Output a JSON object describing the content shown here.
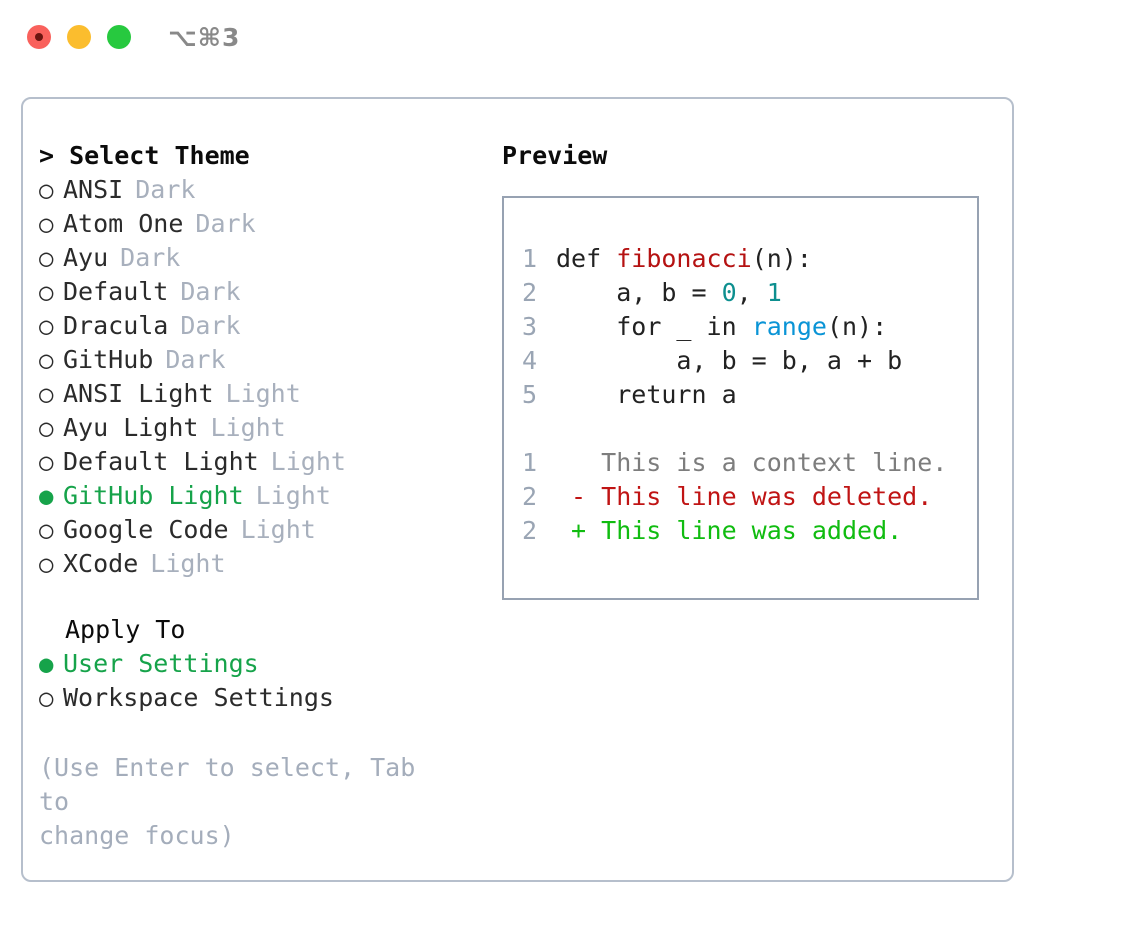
{
  "titlebar": {
    "shortcut": "⌥⌘3",
    "buttons": {
      "close": "close",
      "minimize": "minimize",
      "maximize": "maximize"
    }
  },
  "theme_picker": {
    "header": "> Select Theme",
    "options": [
      {
        "name": "ANSI",
        "mode": "Dark",
        "selected": false,
        "marker": "○"
      },
      {
        "name": "Atom One",
        "mode": "Dark",
        "selected": false,
        "marker": "○"
      },
      {
        "name": "Ayu",
        "mode": "Dark",
        "selected": false,
        "marker": "○"
      },
      {
        "name": "Default",
        "mode": "Dark",
        "selected": false,
        "marker": "○"
      },
      {
        "name": "Dracula",
        "mode": "Dark",
        "selected": false,
        "marker": "○"
      },
      {
        "name": "GitHub",
        "mode": "Dark",
        "selected": false,
        "marker": "○"
      },
      {
        "name": "ANSI Light",
        "mode": "Light",
        "selected": false,
        "marker": "○"
      },
      {
        "name": "Ayu Light",
        "mode": "Light",
        "selected": false,
        "marker": "○"
      },
      {
        "name": "Default Light",
        "mode": "Light",
        "selected": false,
        "marker": "○"
      },
      {
        "name": "GitHub Light",
        "mode": "Light",
        "selected": true,
        "marker": "●"
      },
      {
        "name": "Google Code",
        "mode": "Light",
        "selected": false,
        "marker": "○"
      },
      {
        "name": "XCode",
        "mode": "Light",
        "selected": false,
        "marker": "○"
      }
    ]
  },
  "apply_to": {
    "header": "Apply To",
    "options": [
      {
        "name": "User Settings",
        "selected": true,
        "marker": "●"
      },
      {
        "name": "Workspace Settings",
        "selected": false,
        "marker": "○"
      }
    ]
  },
  "hint": "(Use Enter to select, Tab to\nchange focus)",
  "preview": {
    "title": "Preview",
    "code_lines": [
      {
        "num": "1",
        "indent": "",
        "pre": "def ",
        "fn": "fibonacci",
        "post": "(n):"
      },
      {
        "num": "2",
        "indent": "    ",
        "pre": "a, b = ",
        "num_tokens": [
          "0",
          "1"
        ]
      },
      {
        "num": "3",
        "indent": "    ",
        "pre": "for _ in ",
        "call": "range",
        "post": "(n):"
      },
      {
        "num": "4",
        "indent": "        ",
        "plain": "a, b = b, a + b"
      },
      {
        "num": "5",
        "indent": "    ",
        "plain": "return a"
      }
    ],
    "diff_lines": [
      {
        "num": "1",
        "sign": " ",
        "text": "This is a context line.",
        "kind": "context"
      },
      {
        "num": "2",
        "sign": "-",
        "text": "This line was deleted.",
        "kind": "deleted"
      },
      {
        "num": "2",
        "sign": "+",
        "text": "This line was added.",
        "kind": "added"
      }
    ]
  },
  "colors": {
    "accent_green": "#16a34a",
    "muted": "#a8b0bd",
    "panel_border": "#b6bfcc",
    "code_border": "#97a2b2",
    "syntax_function": "#b51212",
    "syntax_number": "#0d8f8f",
    "syntax_call": "#0a94d6",
    "diff_added": "#10bc10",
    "diff_deleted": "#c01414",
    "diff_context": "#7d7d7d",
    "traffic_close": "#f9615c",
    "traffic_minimize": "#fbbd2e",
    "traffic_maximize": "#27c93f"
  }
}
